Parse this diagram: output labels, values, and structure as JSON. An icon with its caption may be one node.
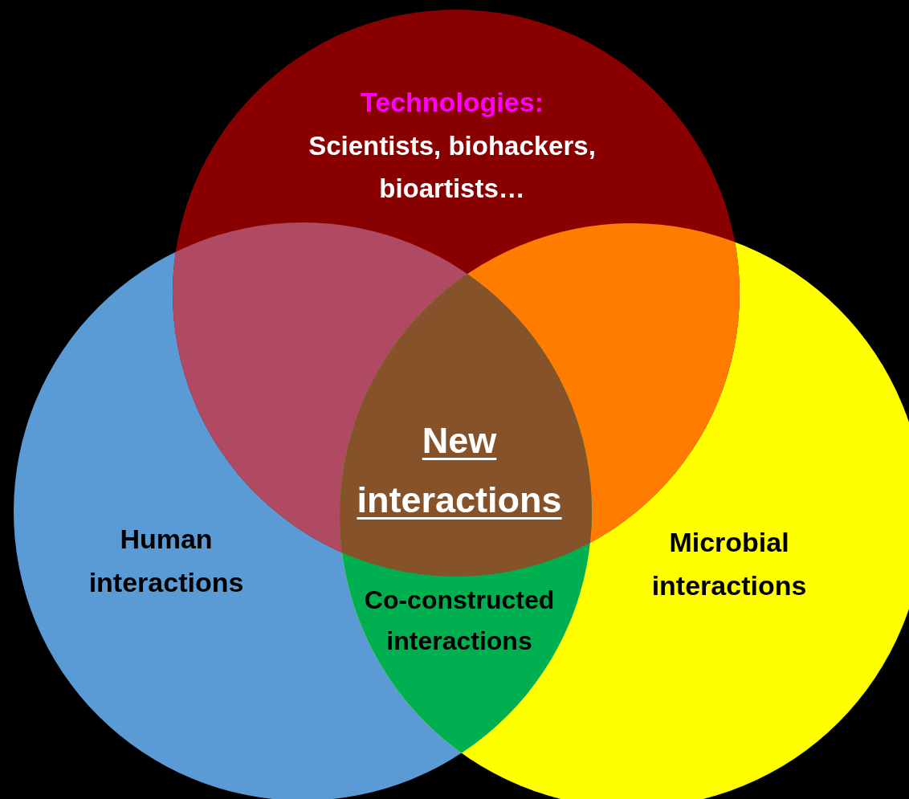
{
  "diagram": {
    "nodes": [
      {
        "text": [
          "Technologies:",
          "Scientists, biohackers, bioartists…"
        ]
      },
      {
        "text": [
          "Human interactions"
        ]
      },
      {
        "text": [
          "Microbial interactions"
        ]
      },
      {
        "text": [
          "New interactions"
        ]
      },
      {
        "text": [
          "Co-constructed interactions"
        ]
      }
    ]
  }
}
